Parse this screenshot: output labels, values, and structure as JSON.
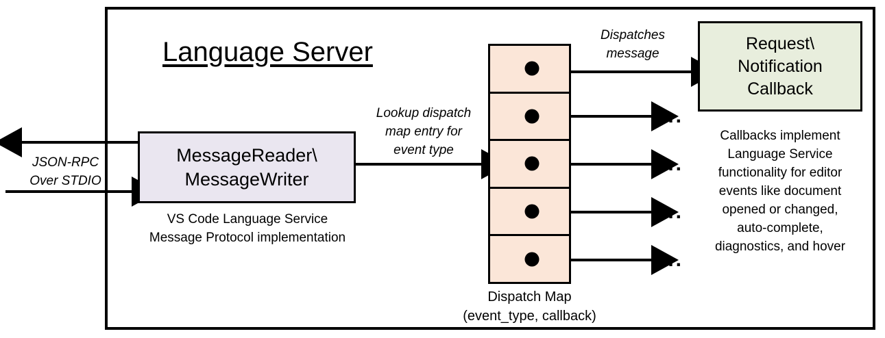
{
  "diagram": {
    "title": "Language Server",
    "outer_border_color": "#000000",
    "background": "#ffffff"
  },
  "external_io": {
    "label": "JSON-RPC\nOver STDIO",
    "line1": "JSON-RPC",
    "line2": "Over STDIO",
    "outgoing_arrow_name": "outgoing response arrow (points left, out of server)",
    "incoming_arrow_name": "incoming request arrow (points right, into server)"
  },
  "message_io": {
    "line1": "MessageReader\\",
    "line2": "MessageWriter",
    "fill": "#EAE6F0",
    "caption_line1": "VS Code Language Service",
    "caption_line2": "Message Protocol implementation"
  },
  "lookup_edge": {
    "line1": "Lookup dispatch",
    "line2": "map entry for",
    "line3": "event type"
  },
  "dispatch_edge": {
    "line1": "Dispatches",
    "line2": "message"
  },
  "dispatch_map": {
    "fill": "#FBE6D8",
    "row_count": 5,
    "rows": [
      {
        "index": 1,
        "has_callback_dot": true,
        "target": "Request\\Notification Callback"
      },
      {
        "index": 2,
        "has_callback_dot": true,
        "target": "..."
      },
      {
        "index": 3,
        "has_callback_dot": true,
        "target": "..."
      },
      {
        "index": 4,
        "has_callback_dot": true,
        "target": "..."
      },
      {
        "index": 5,
        "has_callback_dot": true,
        "target": "..."
      }
    ],
    "caption_line1": "Dispatch Map",
    "caption_line2": "(event_type, callback)",
    "ellipsis": "..."
  },
  "callback": {
    "line1": "Request\\",
    "line2": "Notification",
    "line3": "Callback",
    "fill": "#E8EEDD",
    "caption_line1": "Callbacks implement",
    "caption_line2": "Language Service",
    "caption_line3": "functionality for editor",
    "caption_line4": "events like document",
    "caption_line5": "opened or changed,",
    "caption_line6": "auto-complete,",
    "caption_line7": "diagnostics, and hover"
  }
}
